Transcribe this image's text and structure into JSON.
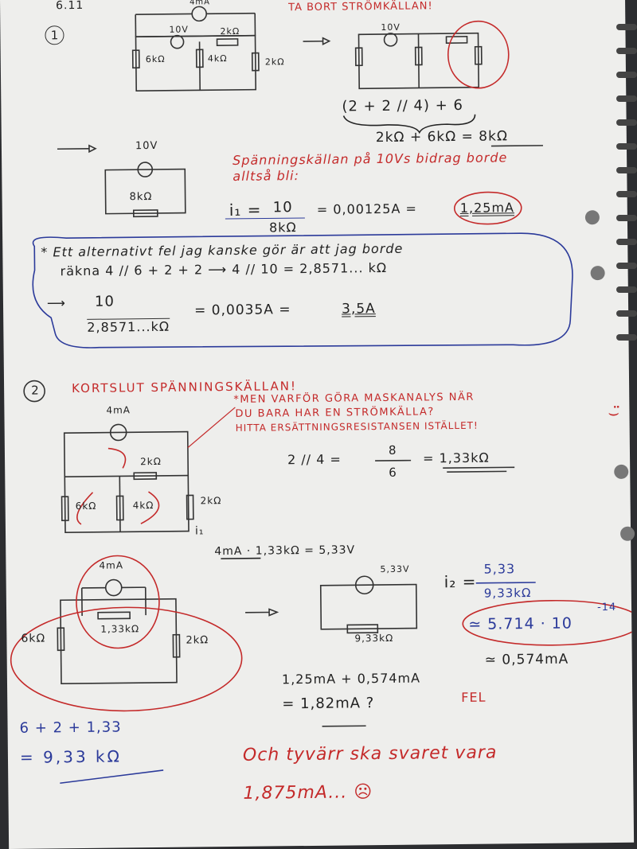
{
  "page_number": "6.11",
  "section1": {
    "number": "1",
    "title": "TA BORT STRÖMKÄLLAN!",
    "labels": {
      "i_source": "4mA",
      "v_source": "10V",
      "r_2k": "2kΩ",
      "r_6k": "6kΩ",
      "r_4k": "4kΩ",
      "r_2k_right": "2kΩ"
    },
    "expr": "(2 + 2 // 4) + 6",
    "sum": "2kΩ + 6kΩ = 8kΩ",
    "simple_v": "10V",
    "simple_r": "8kΩ",
    "note": "Spänningskällan på 10Vs bidrag borde alltså bli:",
    "i1_lhs": "i₁ =",
    "i1_num": "10",
    "i1_den": "8kΩ",
    "i1_rhs": "= 0,00125A =",
    "i1_result": "1,25mA"
  },
  "alternative": {
    "line1": "* Ett alternativt fel jag kanske gör är att jag borde",
    "line2": "räkna    4 // 6 + 2 + 2  ⟶  4 // 10  =  2,8571... kΩ",
    "arrow": "⟶",
    "num": "10",
    "den": "2,8571...kΩ",
    "rhs": "= 0,0035A =",
    "result": "3,5A"
  },
  "section2": {
    "number": "2",
    "title": "KORTSLUT SPÄNNINGSKÄLLAN!",
    "comment": [
      "*MEN VARFÖR GÖRA MASKANALYS NÄR",
      "DU BARA HAR EN STRÖMKÄLLA?",
      "HITTA ERSÄTTNINGSRESISTANSEN ISTÄLLET!"
    ],
    "face": "⌣̈",
    "labels": {
      "i_source": "4mA",
      "r_2k": "2kΩ",
      "r_6k": "6kΩ",
      "r_4k": "4kΩ",
      "r_2k_right": "2kΩ",
      "i1": "i₁"
    },
    "parallel": "2 // 4  =",
    "parallel_num": "8",
    "parallel_den": "6",
    "parallel_result": "= 1,33kΩ",
    "c2_labels": {
      "i_source": "4mA",
      "r_mid": "1,33kΩ",
      "r_left": "6kΩ",
      "r_right": "2kΩ"
    },
    "thevenin": "4mA · 1,33kΩ = 5,33V",
    "c3_v": "5,33V",
    "c3_r": "9,33kΩ",
    "i2_lhs": "i₂ =",
    "i2_num": "5,33",
    "i2_den": "9,33kΩ",
    "i2_approx": "≃ 5.714 · 10",
    "i2_exp": "-14",
    "i2_ma": "≃ 0,574mA",
    "sum_line": "1,25mA + 0,574mA",
    "sum_result": "= 1,82mA  ?",
    "fel": "FEL",
    "req_sum": "6 + 2 + 1,33",
    "req_result": "= 9,33 kΩ",
    "closing1": "Och tyvärr ska svaret vara",
    "closing2": "1,875mA... ☹"
  }
}
